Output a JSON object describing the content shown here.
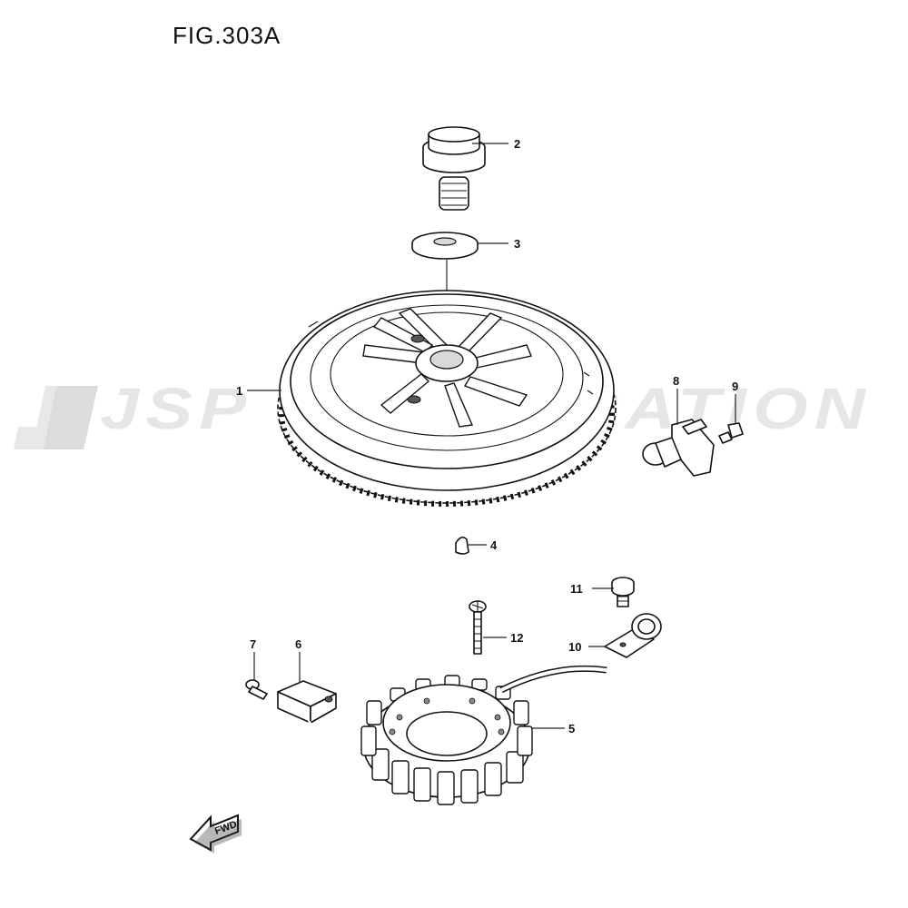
{
  "figure": {
    "title": "FIG.303A"
  },
  "watermark": {
    "text": "JSP CORPORATION",
    "color": "#e6e6e6"
  },
  "callouts": [
    {
      "id": "1",
      "label": "1",
      "part": "flywheel"
    },
    {
      "id": "2",
      "label": "2",
      "part": "flywheel-bolt"
    },
    {
      "id": "3",
      "label": "3",
      "part": "washer"
    },
    {
      "id": "4",
      "label": "4",
      "part": "key"
    },
    {
      "id": "5",
      "label": "5",
      "part": "stator"
    },
    {
      "id": "6",
      "label": "6",
      "part": "pulser-coil"
    },
    {
      "id": "7",
      "label": "7",
      "part": "pulser-screw"
    },
    {
      "id": "8",
      "label": "8",
      "part": "sensor"
    },
    {
      "id": "9",
      "label": "9",
      "part": "sensor-bolt"
    },
    {
      "id": "10",
      "label": "10",
      "part": "clamp"
    },
    {
      "id": "11",
      "label": "11",
      "part": "clamp-bolt"
    },
    {
      "id": "12",
      "label": "12",
      "part": "stator-screw"
    }
  ],
  "direction_badge": {
    "label": "FWD"
  }
}
